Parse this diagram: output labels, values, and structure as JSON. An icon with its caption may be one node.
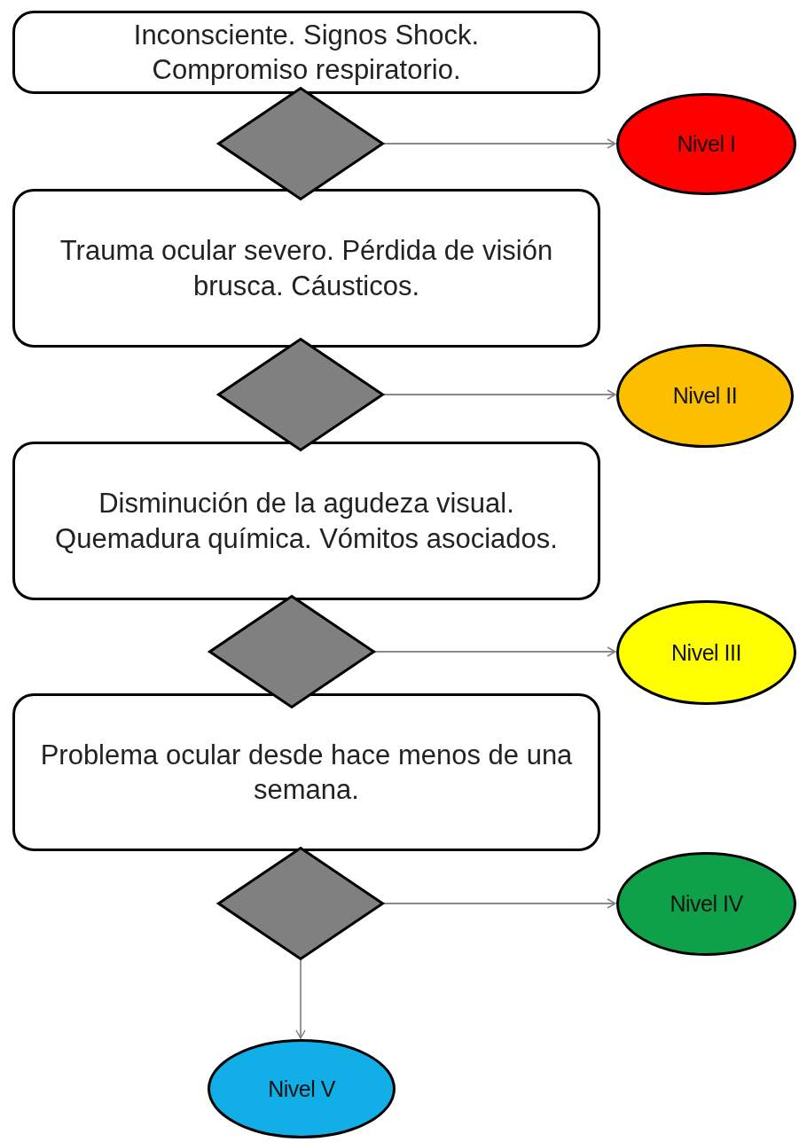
{
  "diagram": {
    "nodes": [
      {
        "text": [
          "Inconsciente. Signos Shock. Compromiso respiratorio."
        ]
      },
      {
        "text": [],
        "shape": "diamond"
      },
      {
        "text": [
          "Nivel I"
        ]
      },
      {
        "text": [
          "Trauma ocular severo. Pérdida de visión brusca. Cáusticos."
        ]
      },
      {
        "text": [],
        "shape": "diamond"
      },
      {
        "text": [
          "Nivel II"
        ]
      },
      {
        "text": [
          "Disminución de la agudeza visual. Quemadura química. Vómitos asociados."
        ]
      },
      {
        "text": [],
        "shape": "diamond"
      },
      {
        "text": [
          "Nivel III"
        ]
      },
      {
        "text": [
          "Problema ocular desde hace menos de una semana."
        ]
      },
      {
        "text": [],
        "shape": "diamond"
      },
      {
        "text": [
          "Nivel IV"
        ]
      },
      {
        "text": [
          "Nivel V"
        ]
      }
    ],
    "edges": [
      {
        "from": 1,
        "to": 2,
        "arrow": "to"
      },
      {
        "from": 4,
        "to": 5,
        "arrow": "to"
      },
      {
        "from": 7,
        "to": 8,
        "arrow": "to"
      },
      {
        "from": 10,
        "to": 11,
        "arrow": "to"
      },
      {
        "from": 10,
        "to": 12,
        "arrow": "to"
      }
    ]
  }
}
